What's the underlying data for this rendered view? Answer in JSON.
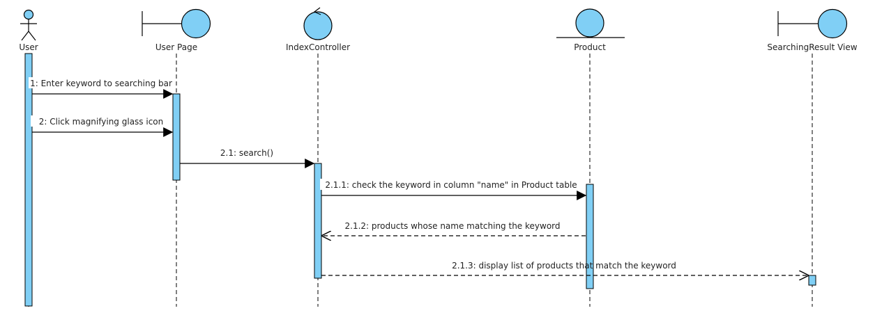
{
  "diagram": {
    "participants": [
      {
        "id": "user",
        "name": "User",
        "kind": "actor"
      },
      {
        "id": "userpage",
        "name": "User Page",
        "kind": "boundary"
      },
      {
        "id": "indexcontroller",
        "name": "IndexController",
        "kind": "control"
      },
      {
        "id": "product",
        "name": "Product",
        "kind": "entity"
      },
      {
        "id": "searchingresult",
        "name": "SearchingResult View",
        "kind": "boundary"
      }
    ],
    "messages": [
      {
        "label": "1: Enter keyword to searching bar",
        "from": "user",
        "to": "userpage",
        "style": "sync"
      },
      {
        "label": "2: Click magnifying glass icon",
        "from": "user",
        "to": "userpage",
        "style": "sync"
      },
      {
        "label": "2.1: search()",
        "from": "userpage",
        "to": "indexcontroller",
        "style": "sync"
      },
      {
        "label": "2.1.1: check the keyword in column \"name\" in Product table",
        "from": "indexcontroller",
        "to": "product",
        "style": "sync"
      },
      {
        "label": "2.1.2: products whose name matching the keyword",
        "from": "product",
        "to": "indexcontroller",
        "style": "return"
      },
      {
        "label": "2.1.3: display list of products that match the keyword",
        "from": "indexcontroller",
        "to": "searchingresult",
        "style": "async"
      }
    ]
  }
}
